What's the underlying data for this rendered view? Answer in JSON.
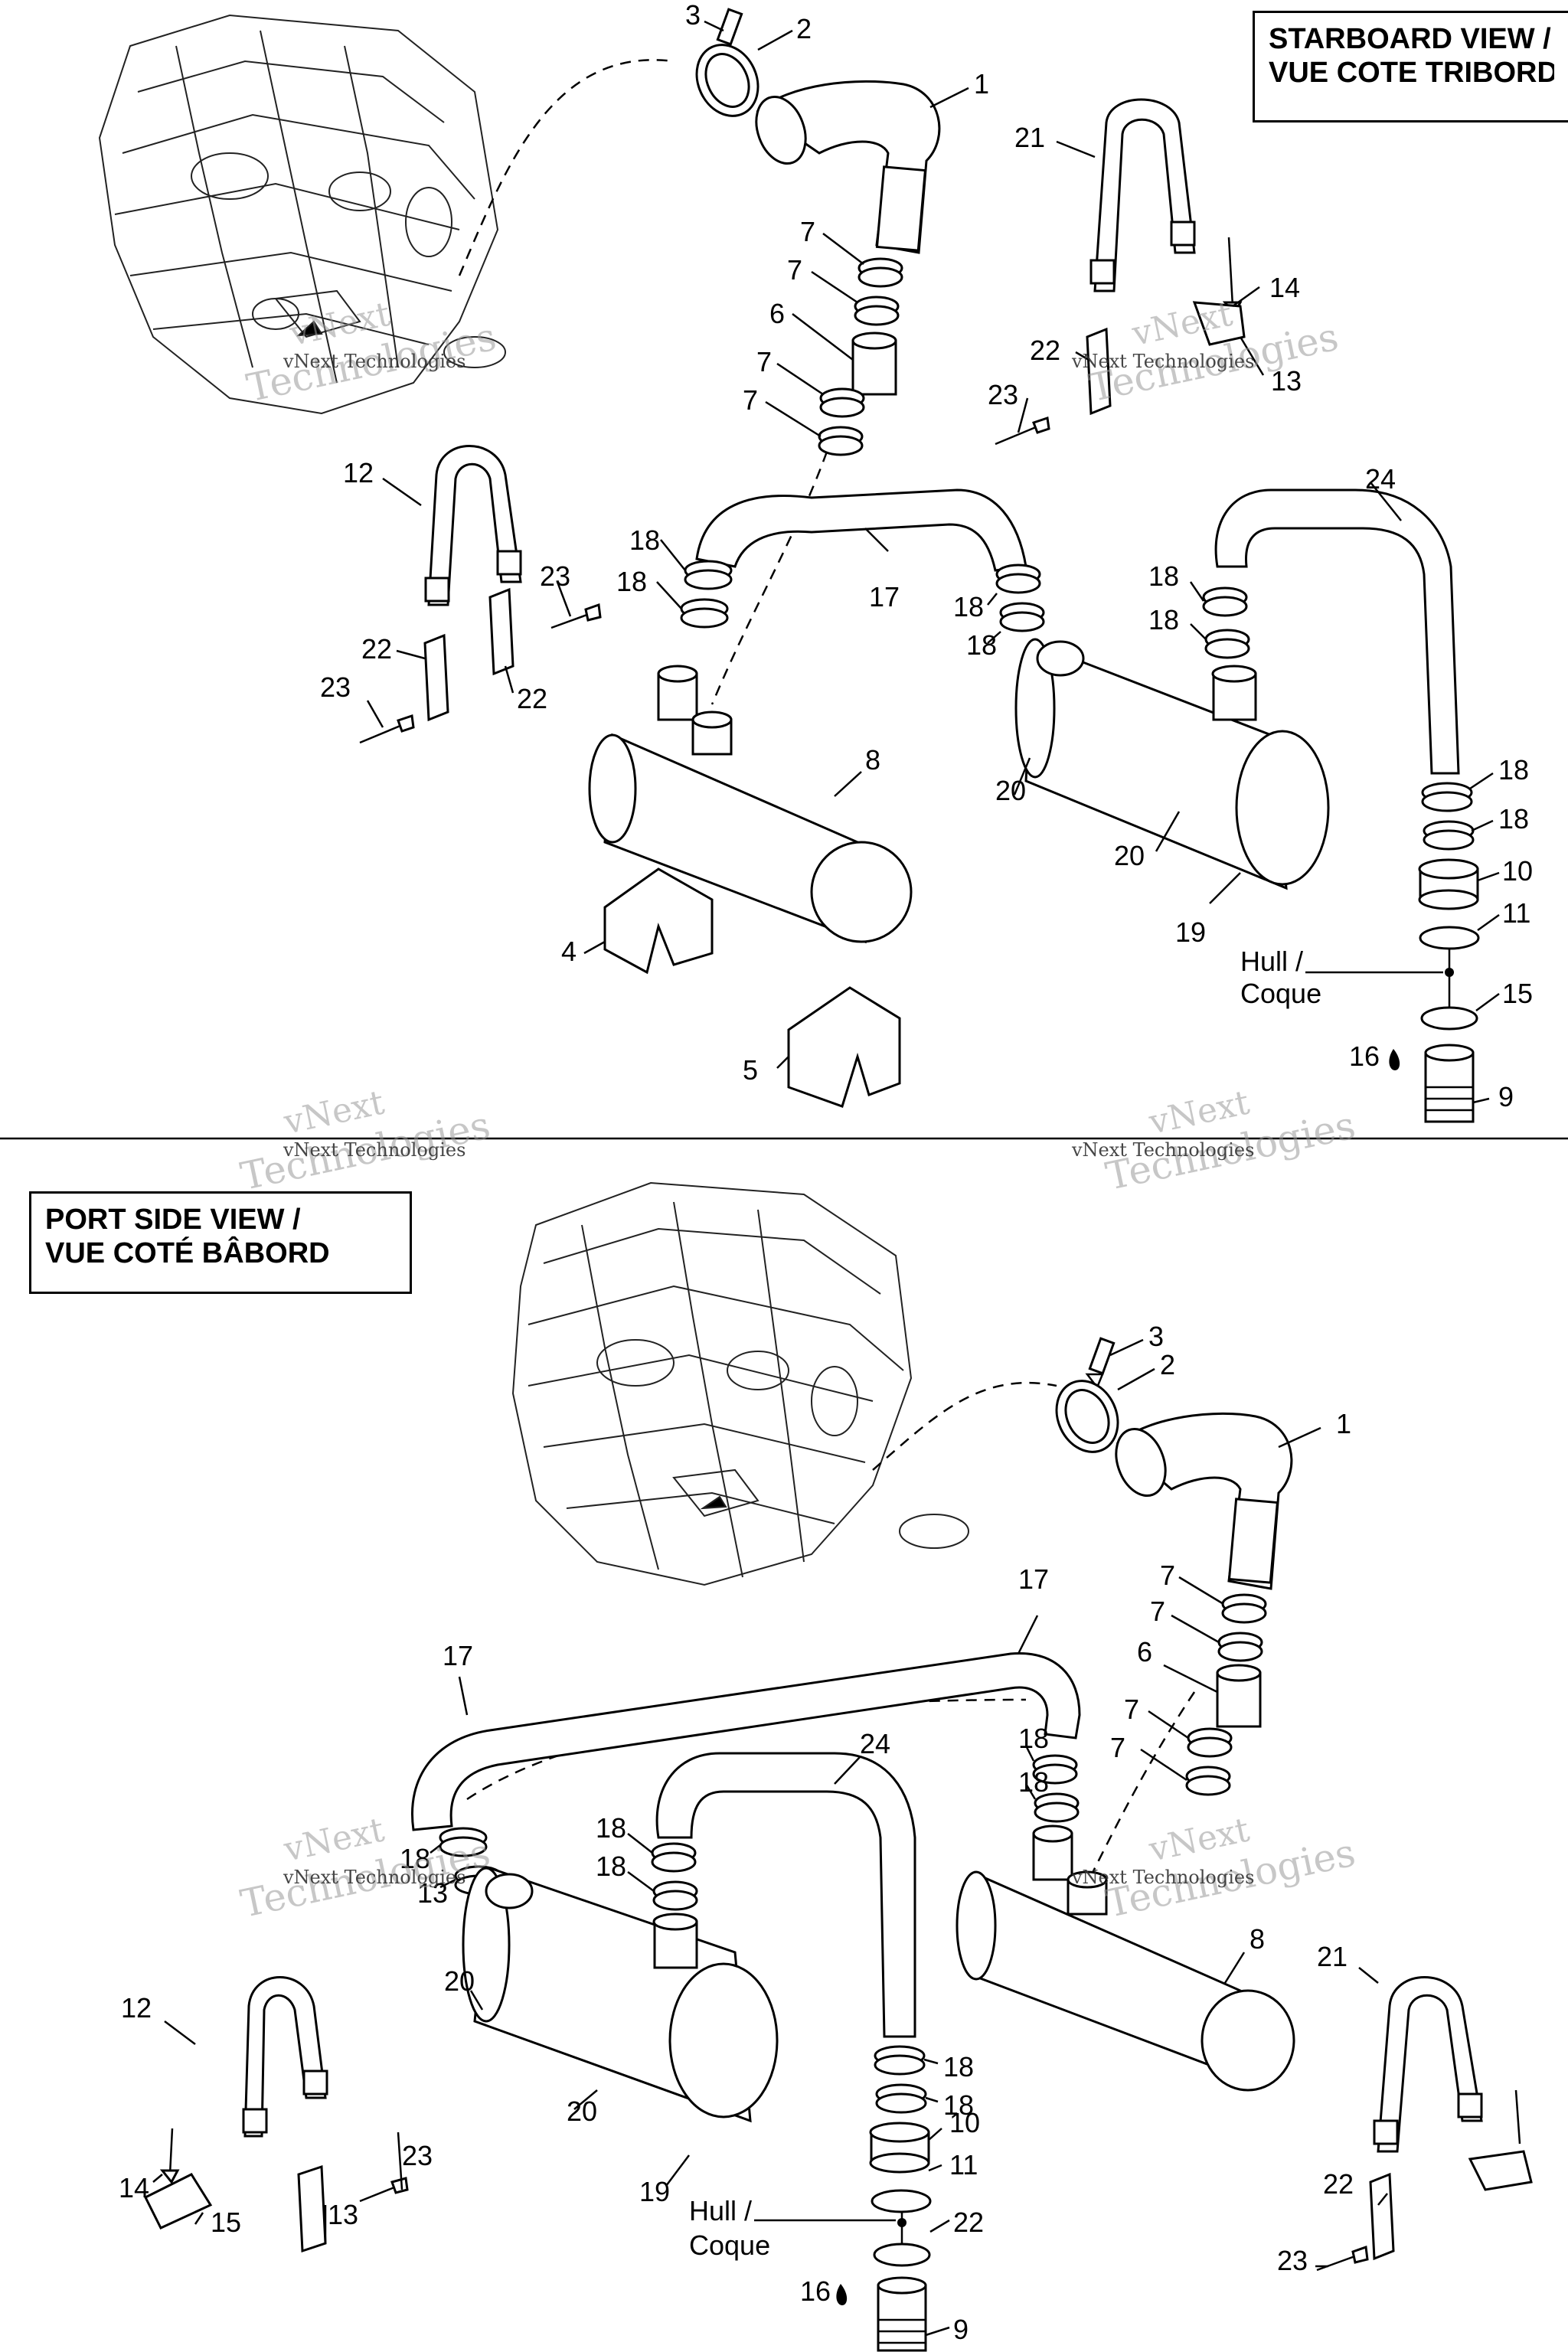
{
  "titles": {
    "starboard_line1": "STARBOARD VIEW /",
    "starboard_line2": "VUE COTE TRIBORD",
    "port_line1": "PORT SIDE VIEW /",
    "port_line2": "VUE COTÉ BÂBORD"
  },
  "hull_label": {
    "line1": "Hull /",
    "line2": "Coque"
  },
  "watermark": {
    "line1": "vNext",
    "line2": "Technologies",
    "small": "vNext Technologies"
  },
  "top_callouts": [
    "3",
    "2",
    "1",
    "21",
    "7",
    "7",
    "6",
    "7",
    "7",
    "14",
    "22",
    "13",
    "23",
    "12",
    "24",
    "23",
    "18",
    "18",
    "17",
    "18",
    "18",
    "18",
    "18",
    "22",
    "22",
    "23",
    "8",
    "18",
    "18",
    "20",
    "10",
    "20",
    "11",
    "19",
    "4",
    "15",
    "5",
    "16",
    "9"
  ],
  "bottom_callouts": [
    "3",
    "2",
    "1",
    "17",
    "7",
    "7",
    "17",
    "6",
    "7",
    "7",
    "24",
    "18",
    "18",
    "18",
    "18",
    "18",
    "13",
    "8",
    "12",
    "20",
    "21",
    "18",
    "18",
    "20",
    "10",
    "11",
    "23",
    "19",
    "14",
    "22",
    "13",
    "15",
    "22",
    "23",
    "16",
    "9"
  ],
  "colors": {
    "line": "#000000",
    "background": "#ffffff",
    "watermark": "#9a9a9a"
  }
}
